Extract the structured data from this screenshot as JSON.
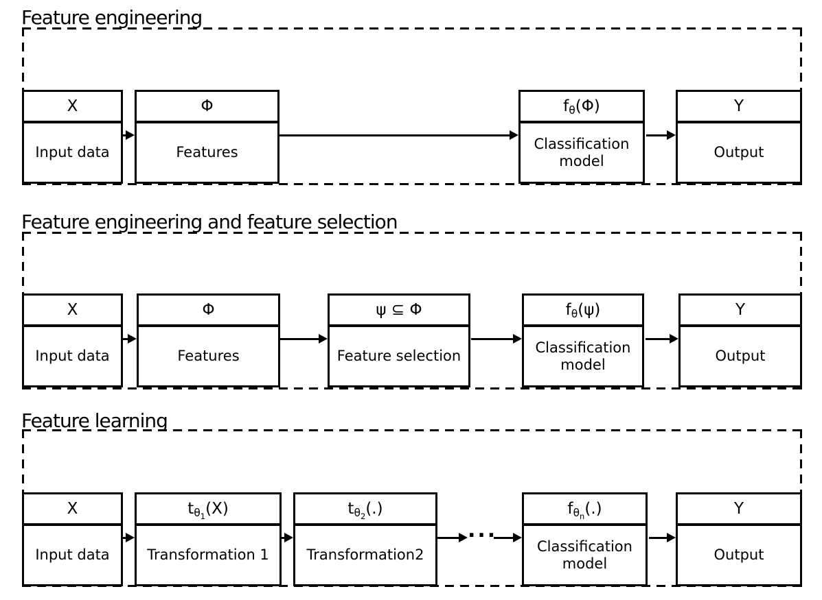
{
  "diagram": {
    "background_color": "#ffffff",
    "line_color": "#000000",
    "sections": [
      {
        "id": "feature-engineering",
        "title": "Feature engineering",
        "boxes": [
          {
            "id": "input-data",
            "header_parts": [
              [
                "t",
                "X"
              ]
            ],
            "label": "Input data"
          },
          {
            "id": "features",
            "header_parts": [
              [
                "t",
                "Φ"
              ]
            ],
            "label": "Features"
          },
          {
            "id": "classification-model",
            "header_parts": [
              [
                "t",
                "f"
              ],
              [
                "s",
                "θ"
              ],
              [
                "t",
                "(Φ)"
              ]
            ],
            "label": "Classification model"
          },
          {
            "id": "output",
            "header_parts": [
              [
                "t",
                "Y"
              ]
            ],
            "label": "Output"
          }
        ]
      },
      {
        "id": "feature-engineering-and-feature-selection",
        "title": "Feature engineering and feature selection",
        "boxes": [
          {
            "id": "input-data",
            "header_parts": [
              [
                "t",
                "X"
              ]
            ],
            "label": "Input data"
          },
          {
            "id": "features",
            "header_parts": [
              [
                "t",
                "Φ"
              ]
            ],
            "label": "Features"
          },
          {
            "id": "feature-selection",
            "header_parts": [
              [
                "t",
                "ψ ⊆ Φ"
              ]
            ],
            "label": "Feature selection"
          },
          {
            "id": "classification-model",
            "header_parts": [
              [
                "t",
                "f"
              ],
              [
                "s",
                "θ"
              ],
              [
                "t",
                "(ψ)"
              ]
            ],
            "label": "Classification model"
          },
          {
            "id": "output",
            "header_parts": [
              [
                "t",
                "Y"
              ]
            ],
            "label": "Output"
          }
        ]
      },
      {
        "id": "feature-learning",
        "title": "Feature learning",
        "ellipsis": "...",
        "boxes": [
          {
            "id": "input-data",
            "header_parts": [
              [
                "t",
                "X"
              ]
            ],
            "label": "Input data"
          },
          {
            "id": "transformation-1",
            "header_parts": [
              [
                "t",
                "t"
              ],
              [
                "s",
                "θ"
              ],
              [
                "ss",
                "1"
              ],
              [
                "t",
                "(X)"
              ]
            ],
            "label": "Transformation 1"
          },
          {
            "id": "transformation-2",
            "header_parts": [
              [
                "t",
                "t"
              ],
              [
                "s",
                "θ"
              ],
              [
                "ss",
                "2"
              ],
              [
                "t",
                "(.)"
              ]
            ],
            "label": "Transformation2"
          },
          {
            "id": "classification-model",
            "header_parts": [
              [
                "t",
                "f"
              ],
              [
                "s",
                "θ"
              ],
              [
                "ss",
                "n"
              ],
              [
                "t",
                "(.)"
              ]
            ],
            "label": "Classification model"
          },
          {
            "id": "output",
            "header_parts": [
              [
                "t",
                "Y"
              ]
            ],
            "label": "Output"
          }
        ]
      }
    ]
  }
}
